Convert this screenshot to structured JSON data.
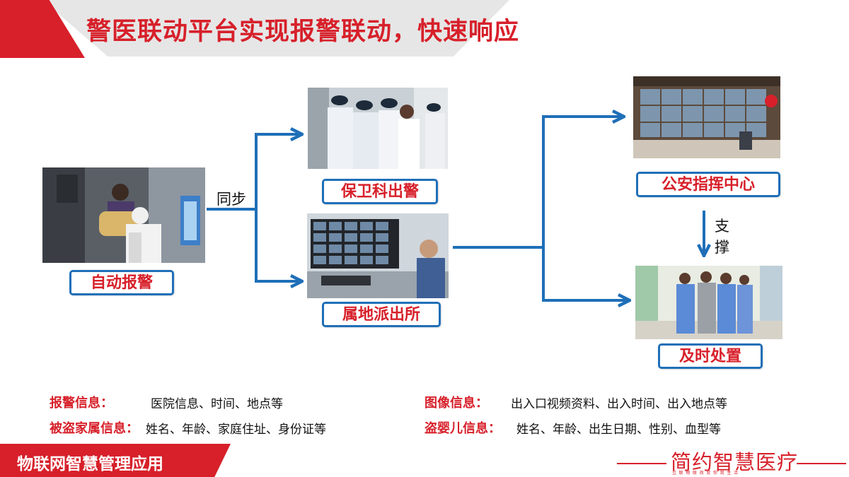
{
  "title": "警医联动平台实现报警联动，快速响应",
  "nodes": {
    "auto_alarm": "自动报警",
    "security_dept": "保卫科出警",
    "local_police": "属地派出所",
    "command_center": "公安指挥中心",
    "timely_handling": "及时处置"
  },
  "edge_labels": {
    "sync": "同步",
    "support_1": "支",
    "support_2": "撑"
  },
  "info": {
    "alarm_key": "报警信息：",
    "alarm_val": "医院信息、时间、地点等",
    "stolen_key": "被盗家属信息：",
    "stolen_val": "姓名、年龄、家庭住址、身份证等",
    "image_key": "图像信息：",
    "image_val": "出入口视频资料、出入时间、出入地点等",
    "infant_key": "盗婴儿信息：",
    "infant_val": "姓名、年龄、出生日期、性别、血型等"
  },
  "footer": {
    "label": "物联网智慧管理应用",
    "brand": "简约智慧医疗",
    "brand_sub": "互 联 物 联 改 变 你 我 生 活"
  },
  "colors": {
    "accent_red": "#d7202a",
    "flow_blue": "#1f6fb8",
    "header_gray": "#e6e6e6"
  }
}
